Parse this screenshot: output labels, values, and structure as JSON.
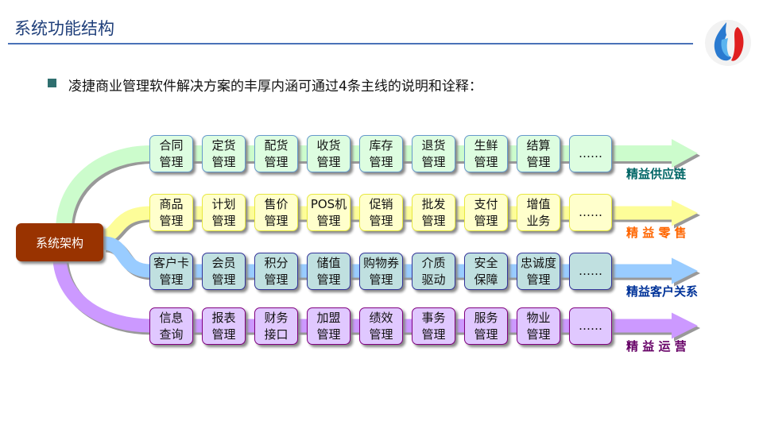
{
  "header": {
    "title": "系统功能结构"
  },
  "intro": "凌捷商业管理软件解决方案的丰厚内涵可通过4条主线的说明和诠释：",
  "center": "系统架构",
  "rows": [
    {
      "label": "精益供应链",
      "label_color": "#006666",
      "band": "#ccfccc",
      "fill": "#ddfde0",
      "border": "#6699cc",
      "items": [
        [
          "合同",
          "管理"
        ],
        [
          "定货",
          "管理"
        ],
        [
          "配货",
          "管理"
        ],
        [
          "收货",
          "管理"
        ],
        [
          "库存",
          "管理"
        ],
        [
          "退货",
          "管理"
        ],
        [
          "生鲜",
          "管理"
        ],
        [
          "结算",
          "管理"
        ],
        [
          "……",
          ""
        ]
      ]
    },
    {
      "label": "精 益 零 售",
      "label_color": "#ff6600",
      "band": "#fdfd99",
      "fill": "#ffffcc",
      "border": "#e8e840",
      "items": [
        [
          "商品",
          "管理"
        ],
        [
          "计划",
          "管理"
        ],
        [
          "售价",
          "管理"
        ],
        [
          "POS机",
          "管理"
        ],
        [
          "促销",
          "管理"
        ],
        [
          "批发",
          "管理"
        ],
        [
          "支付",
          "管理"
        ],
        [
          "增值",
          "业务"
        ],
        [
          "……",
          ""
        ]
      ]
    },
    {
      "label": "精益客户关系",
      "label_color": "#003399",
      "band": "#99ccff",
      "fill": "#c0e0e0",
      "border": "#333399",
      "items": [
        [
          "客户卡",
          "管理"
        ],
        [
          "会员",
          "管理"
        ],
        [
          "积分",
          "管理"
        ],
        [
          "储值",
          "管理"
        ],
        [
          "购物券",
          "管理"
        ],
        [
          "介质",
          "驱动"
        ],
        [
          "安全",
          "保障"
        ],
        [
          "忠诚度",
          "管理"
        ],
        [
          "……",
          ""
        ]
      ]
    },
    {
      "label": "精 益 运 营",
      "label_color": "#660066",
      "band": "#cc99ff",
      "fill": "#e0c8ff",
      "border": "#800080",
      "items": [
        [
          "信息",
          "查询"
        ],
        [
          "报表",
          "管理"
        ],
        [
          "财务",
          "接口"
        ],
        [
          "加盟",
          "管理"
        ],
        [
          "绩效",
          "管理"
        ],
        [
          "事务",
          "管理"
        ],
        [
          "服务",
          "管理"
        ],
        [
          "物业",
          "管理"
        ],
        [
          "……",
          ""
        ]
      ]
    }
  ]
}
